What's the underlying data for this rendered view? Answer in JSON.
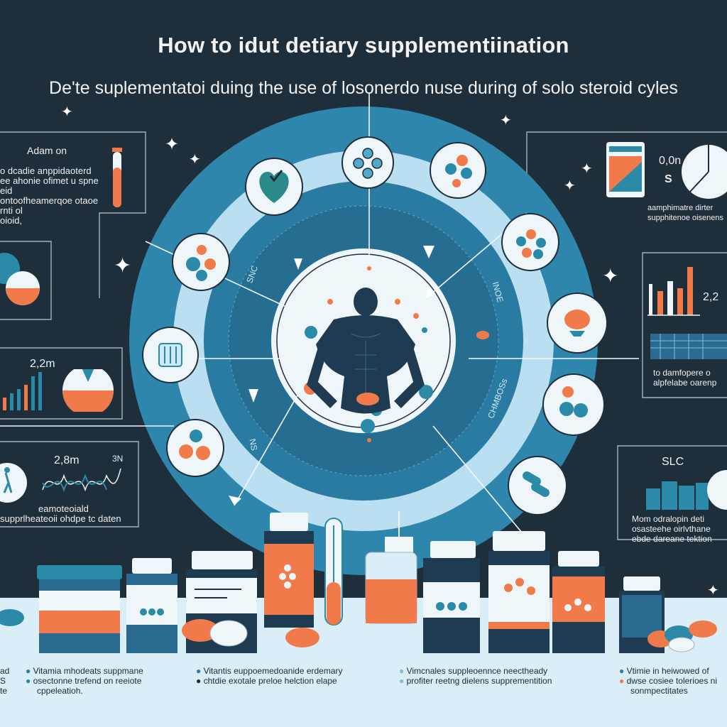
{
  "title": "How to idut detiary supplementiination",
  "subtitle": "De'te suplementatoi duing the use of losonerdo nuse during of solo steroid cyles",
  "left_top_panel": {
    "heading": "Adam on",
    "text_lines": [
      "o dcadie anppidaoterd",
      "ee ahonie ofimet u spne eid",
      "ontoofheamerqoe otaoe rnti ol",
      "oioid,"
    ]
  },
  "left_mid_panel": {
    "value": "2,2m"
  },
  "left_bottom_panel": {
    "value": "2,8m",
    "value2": "3N",
    "text_lines": [
      "eamoteoiald",
      "supprlheateoii ohdpe tc daten"
    ]
  },
  "right_top_panel": {
    "value": "0,0n",
    "value2": "S",
    "text_lines": [
      "aamphimatre dirter",
      "supphitenoe oisenens"
    ]
  },
  "right_mid_panel": {
    "value": "2,2",
    "text_lines": [
      "to damfopere o",
      "alpfelabe oarenp"
    ]
  },
  "right_bottom_panel": {
    "value": "SLC",
    "text_lines": [
      "Mom odralopin deti",
      "osasteehe oirlvthane",
      "ebde dareane tektion"
    ]
  },
  "ring_labels": {
    "left_label": "SNC",
    "right_label": "INOE",
    "bottom_left_label": "NS",
    "bottom_right_label": "CHMBOSs"
  },
  "captions": [
    {
      "lines": [
        "ad",
        "S",
        "te"
      ]
    },
    {
      "lines": [
        "Vitamia mhodeats suppmane",
        "osectonne trefend on reeiote",
        "cppeleatioh."
      ]
    },
    {
      "lines": [
        "Vitantis euppoemedoanide erdemary",
        "chtdie exotale preloe helction elape"
      ]
    },
    {
      "lines": [
        "Vimcnales suppleoennce neectheady",
        "profiter reetng dielens supprementition"
      ]
    },
    {
      "lines": [
        "Vtimie in heiwowed of",
        "dwse cosiee tolerioes ni",
        "sonmpectitates"
      ]
    }
  ],
  "colors": {
    "background": "#1f2e3b",
    "ring_outer": "#2f86ad",
    "ring_light": "#b9dff0",
    "ring_inner": "#256d91",
    "accent_orange": "#f07a4a",
    "accent_teal": "#2a8aa8",
    "band": "#d9eef7"
  }
}
